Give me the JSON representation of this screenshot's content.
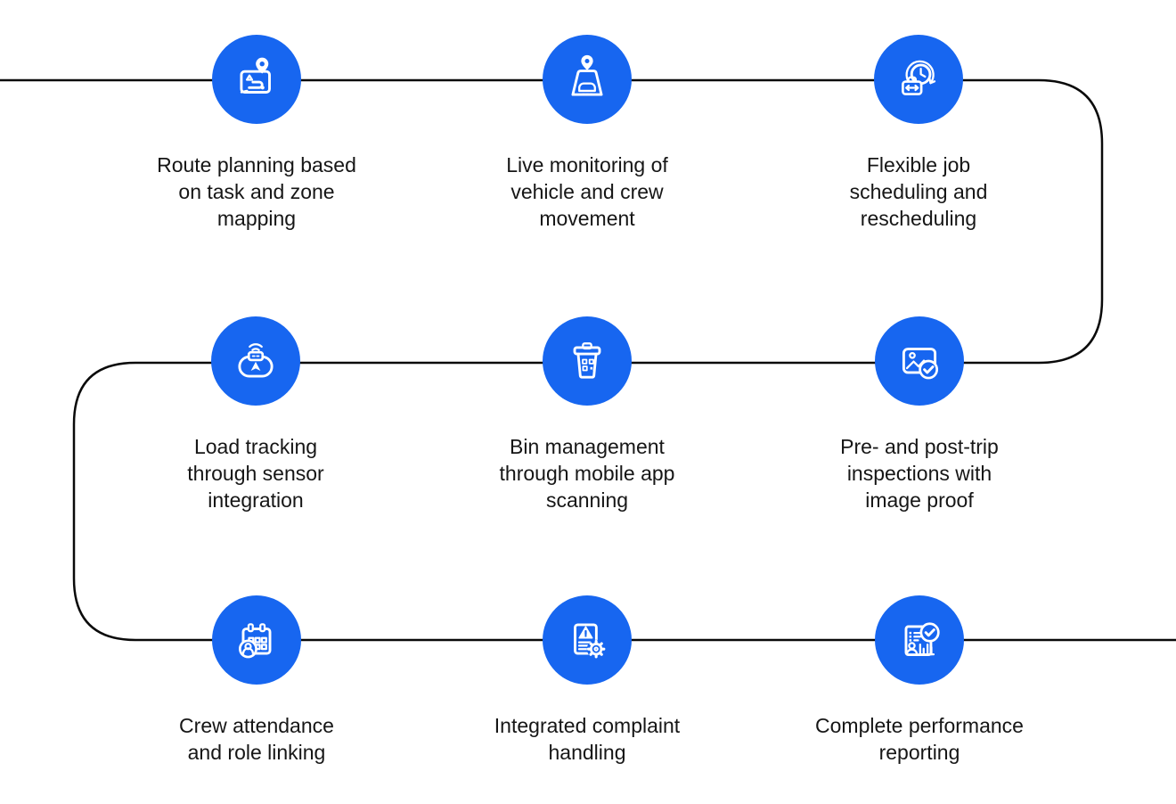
{
  "colors": {
    "accent": "#1766F0",
    "icon_stroke": "#ffffff",
    "connector": "#0a0a0a",
    "label_text": "#161616",
    "background": "#ffffff"
  },
  "features": [
    {
      "icon": "route-map-pin-icon",
      "label": "Route planning based\non task and zone\nmapping"
    },
    {
      "icon": "vehicle-tracking-pin-icon",
      "label": "Live monitoring of\nvehicle and crew\nmovement"
    },
    {
      "icon": "briefcase-clock-icon",
      "label": "Flexible job\nscheduling and\nrescheduling"
    },
    {
      "icon": "sensor-wireless-icon",
      "label": "Load tracking\nthrough sensor\nintegration"
    },
    {
      "icon": "bin-qr-code-icon",
      "label": "Bin management\nthrough mobile app\nscanning"
    },
    {
      "icon": "image-check-icon",
      "label": "Pre- and post-trip\ninspections with\nimage proof"
    },
    {
      "icon": "calendar-person-icon",
      "label": "Crew attendance\nand role linking"
    },
    {
      "icon": "complaint-document-gear-icon",
      "label": "Integrated complaint\nhandling"
    },
    {
      "icon": "report-check-chart-icon",
      "label": "Complete performance\nreporting"
    }
  ]
}
